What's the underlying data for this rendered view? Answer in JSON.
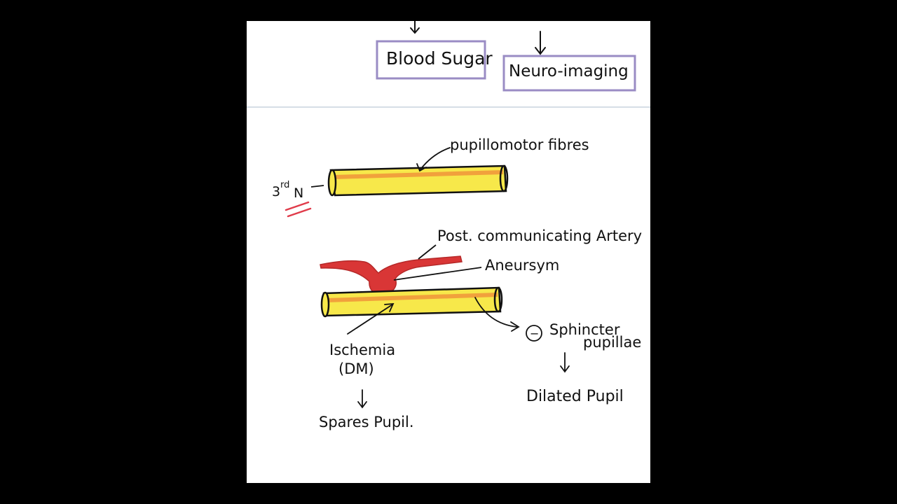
{
  "boxes": {
    "blood_sugar": "Blood Sugar",
    "neuro_imaging": "Neuro-imaging"
  },
  "labels": {
    "pupillomotor": "pupillomotor fibres",
    "third_nerve_num": "3",
    "third_nerve_sup": "rd",
    "third_nerve_letter": "N",
    "pcom": "Post. communicating Artery",
    "aneurysm": "Aneursym",
    "ischemia": "Ischemia",
    "dm": "(DM)",
    "spares": "Spares Pupil.",
    "minus_sign": "−",
    "sphincter": "Sphincter",
    "pupillae": "pupillae",
    "dilated": "Dilated Pupil"
  },
  "colors": {
    "nerve_fill": "#f7e84a",
    "fibre_band": "#f0943a",
    "artery": "#d93636",
    "box_border": "#9a8cc4",
    "divider": "#c9d4dd",
    "ink": "#111111"
  }
}
